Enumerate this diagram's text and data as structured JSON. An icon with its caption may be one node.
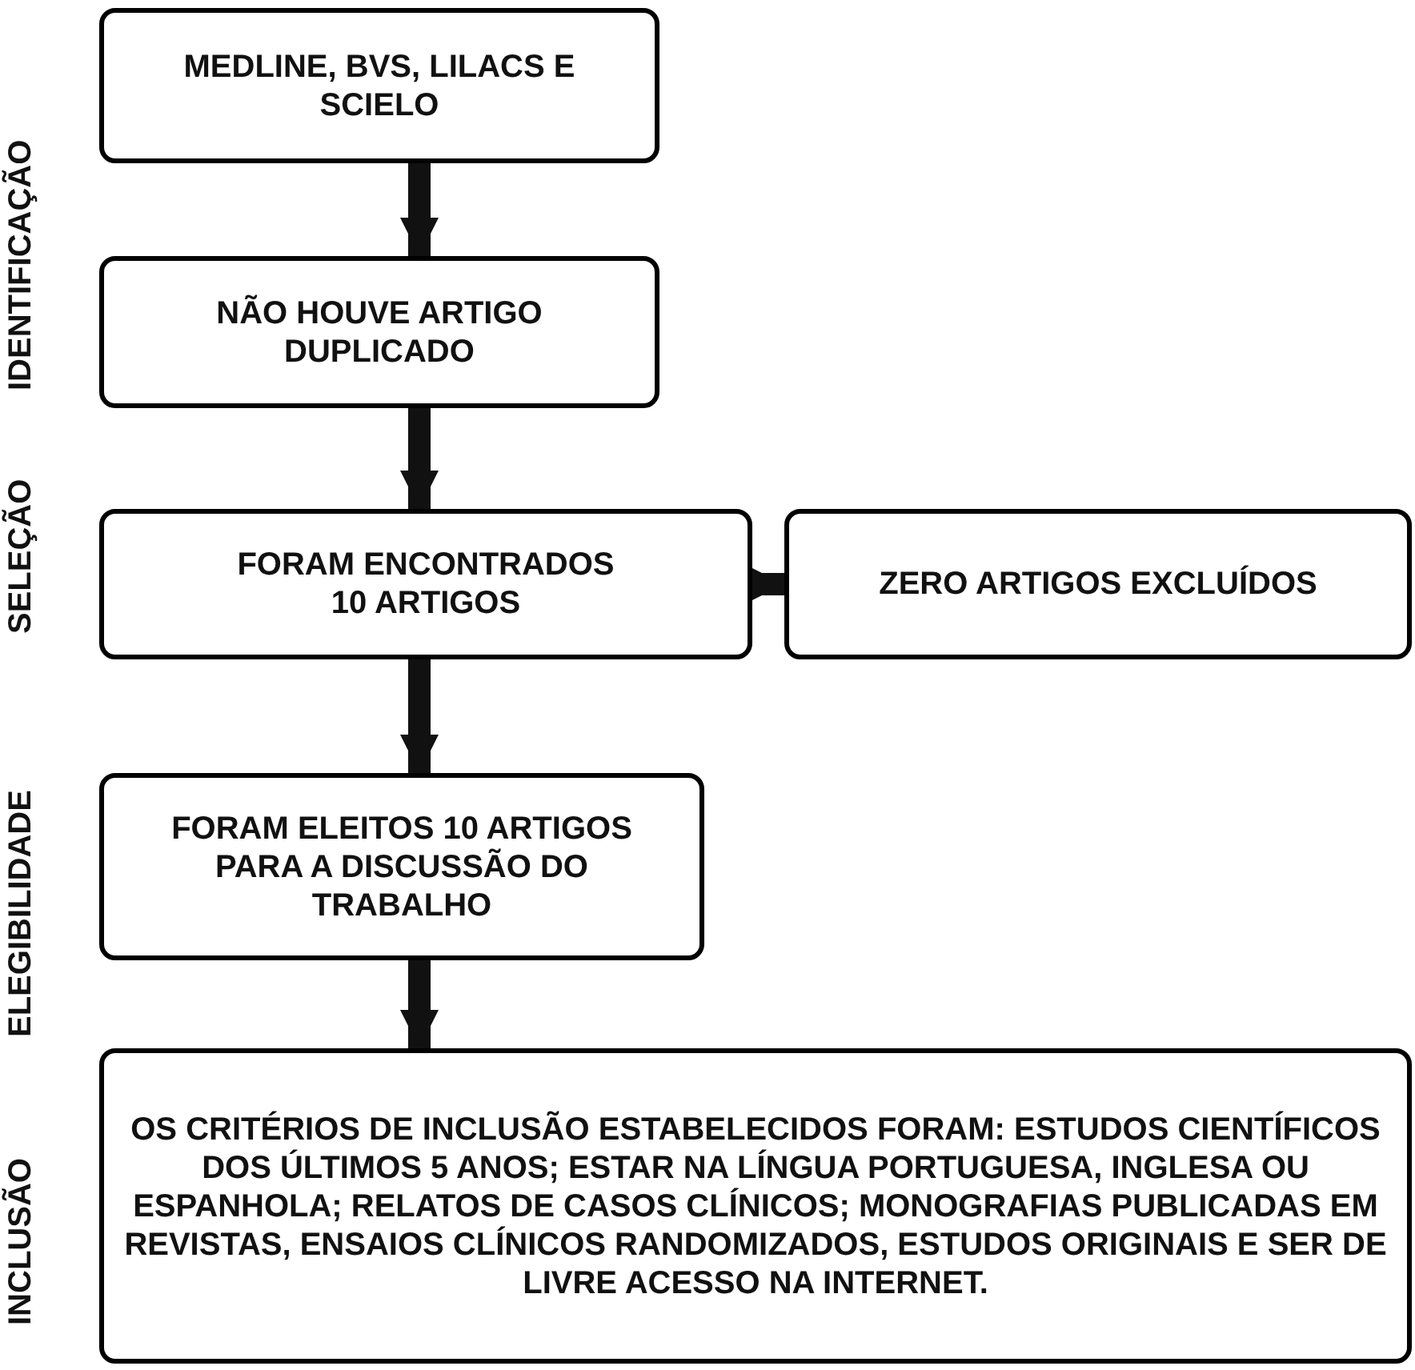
{
  "diagram": {
    "nodes": [
      {
        "text": [
          "MEDLINE, BVS, LILACS E SCIELO"
        ]
      },
      {
        "text": [
          "NÃO HOUVE ARTIGO DUPLICADO"
        ]
      },
      {
        "text": [
          "FORAM ENCONTRADOS 10 ARTIGOS"
        ]
      },
      {
        "text": [
          "ZERO ARTIGOS EXCLUÍDOS"
        ]
      },
      {
        "text": [
          "FORAM ELEITOS 10 ARTIGOS PARA A DISCUSSÃO DO TRABALHO"
        ]
      },
      {
        "text": [
          "OS CRITÉRIOS DE INCLUSÃO ESTABELECIDOS FORAM: ESTUDOS CIENTÍFICOS DOS ÚLTIMOS 5 ANOS; ESTAR NA LÍNGUA PORTUGUESA, INGLESA OU ESPANHOLA; RELATOS DE CASOS CLÍNICOS; MONOGRAFIAS PUBLICADAS EM REVISTAS, ENSAIOS CLÍNICOS RANDOMIZADOS, ESTUDOS ORIGINAIS E SER DE LIVRE ACESSO NA INTERNET."
        ]
      }
    ],
    "edges": [
      {
        "from": 0,
        "to": 1,
        "arrow": "to"
      },
      {
        "from": 1,
        "to": 2,
        "arrow": "to"
      },
      {
        "from": 2,
        "to": 3,
        "arrow": "to"
      },
      {
        "from": 2,
        "to": 4,
        "arrow": "to"
      },
      {
        "from": 4,
        "to": 5,
        "arrow": "to"
      }
    ],
    "labels": [
      "IDENTIFICAÇÃO",
      "SELEÇÃO",
      "ELEGIBILIDADE",
      "INCLUSÃO"
    ]
  }
}
